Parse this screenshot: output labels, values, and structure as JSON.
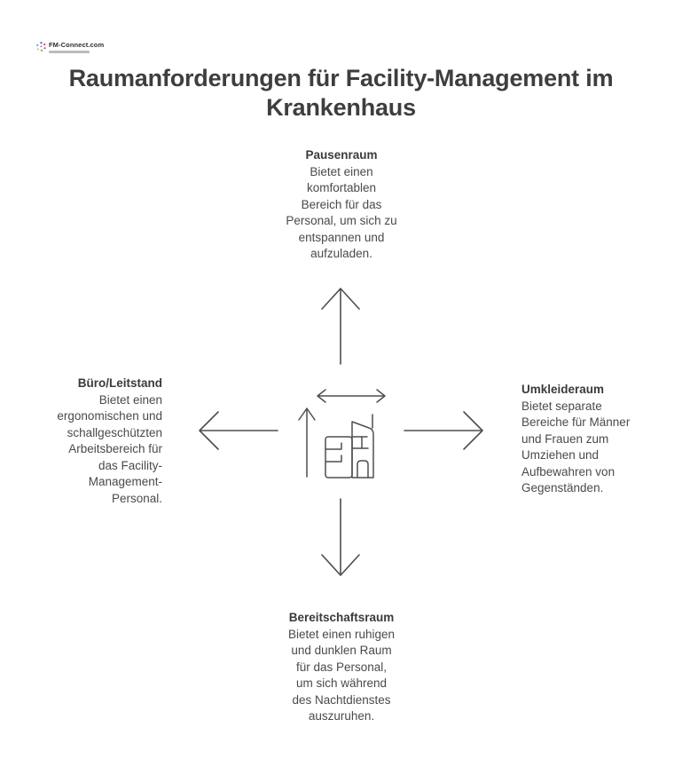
{
  "meta": {
    "background_color": "#ffffff",
    "line_color": "#4e4e4e",
    "title_color": "#3e3e41",
    "heading_color": "#3a3a3a",
    "body_color": "#4a4a4a",
    "center_icon": "building-with-dimension-arrows"
  },
  "logo": {
    "name": "FM-Connect.com"
  },
  "title": "Raumanforderungen für Facility-Management im\nKrankenhaus",
  "nodes": {
    "top": {
      "title": "Pausenraum",
      "description": "Bietet einen\nkomfortablen\nBereich für das\nPersonal, um sich zu\nentspannen und\naufzuladen."
    },
    "left": {
      "title": "Büro/Leitstand",
      "description": "Bietet einen\nergonomischen und\nschallgeschützten\nArbeitsbereich für\ndas Facility-\nManagement-\nPersonal."
    },
    "right": {
      "title": "Umkleideraum",
      "description": "Bietet separate\nBereiche für Männer\nund Frauen zum\nUmziehen und\nAufbewahren von\nGegenständen."
    },
    "bottom": {
      "title": "Bereitschaftsraum",
      "description": "Bietet einen ruhigen\nund dunklen Raum\nfür das Personal,\num sich während\ndes Nachtdienstes\nauszuruhen."
    }
  }
}
